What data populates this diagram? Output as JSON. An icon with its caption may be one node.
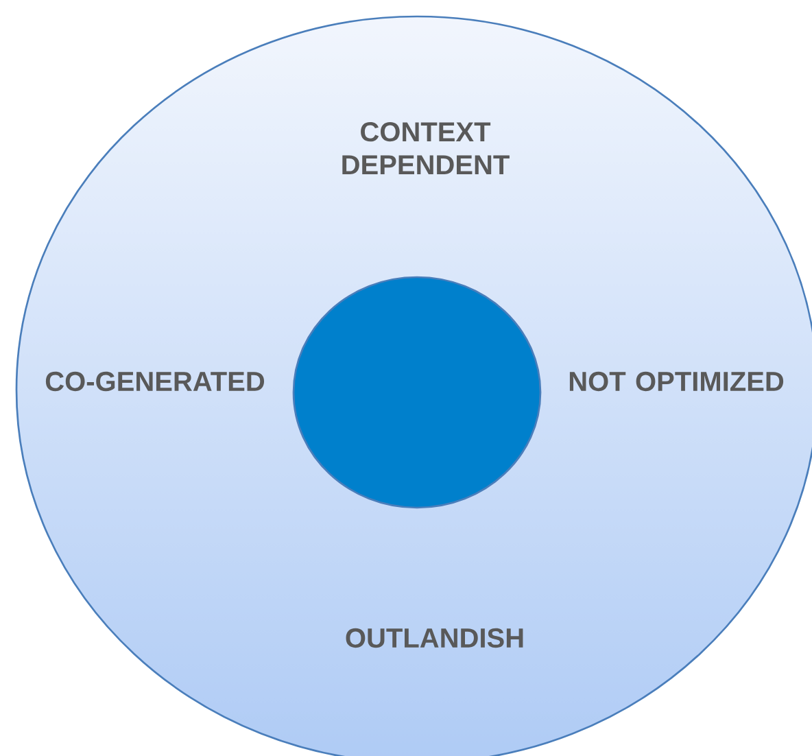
{
  "diagram": {
    "nodes": [
      {
        "text": [
          "CONTEXT DEPENDENT",
          "CO-GENERATED",
          "NOT OPTIMIZED",
          "OUTLANDISH"
        ]
      },
      {
        "text": [],
        "shape": "circle",
        "in": 0
      }
    ]
  }
}
